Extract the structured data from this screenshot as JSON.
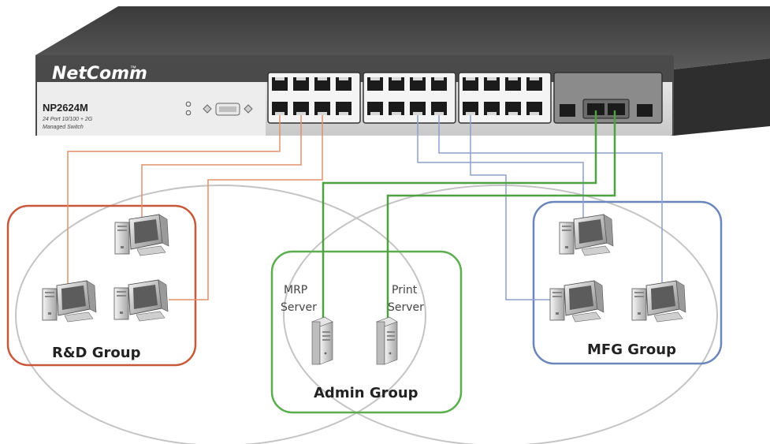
{
  "switch": {
    "brand": "NetComm",
    "brand_tm": "™",
    "model": "NP2624M",
    "desc_line1": "24 Port 10/100 + 2G",
    "desc_line2": "Managed Switch"
  },
  "groups": {
    "rd": "R&D Group",
    "admin": "Admin Group",
    "mfg": "MFG Group"
  },
  "servers": {
    "mrp_line1": "MRP",
    "mrp_line2": "Server",
    "print_line1": "Print",
    "print_line2": "Server"
  },
  "colors": {
    "rd": "#c8583a",
    "admin": "#5aae4e",
    "mfg": "#6a86bb",
    "rd_cable": "#e0906c",
    "mfg_cable": "#8ca0cc",
    "admin_cable": "#4fa040",
    "switch_body": "#4a4a4a",
    "ellipse": "#c4c4c4"
  },
  "icons": [
    "network-switch-icon",
    "desktop-computer-icon",
    "server-tower-icon"
  ]
}
